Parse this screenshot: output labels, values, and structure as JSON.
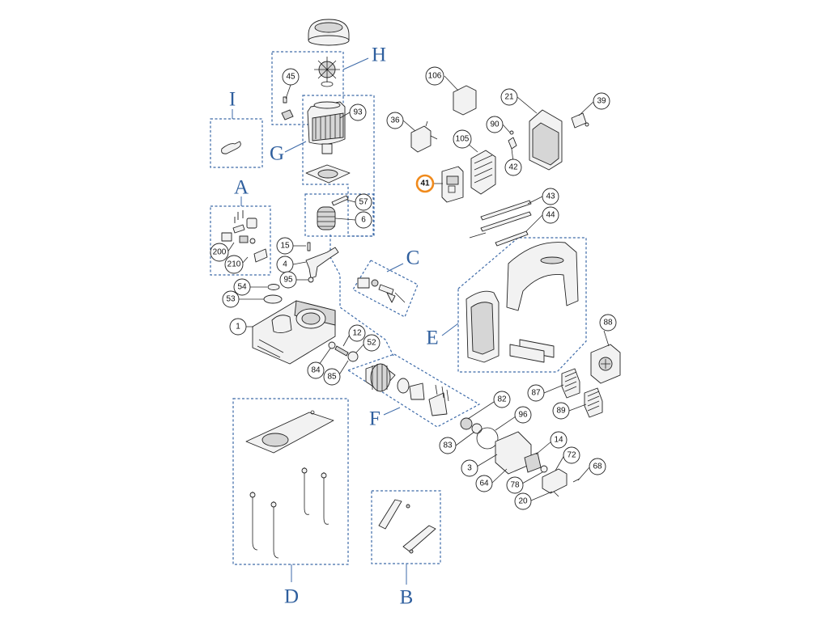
{
  "group_labels": [
    "H",
    "I",
    "G",
    "A",
    "C",
    "E",
    "F",
    "D",
    "B"
  ],
  "callouts": [
    "45",
    "106",
    "21",
    "39",
    "93",
    "36",
    "90",
    "105",
    "42",
    "41",
    "57",
    "6",
    "43",
    "44",
    "200",
    "210",
    "15",
    "4",
    "95",
    "54",
    "53",
    "1",
    "12",
    "52",
    "84",
    "85",
    "88",
    "87",
    "89",
    "82",
    "96",
    "83",
    "3",
    "14",
    "72",
    "64",
    "78",
    "68",
    "20"
  ],
  "highlighted_callout": "41",
  "colors": {
    "group_label": "#2f5f9e",
    "dashed_box": "#3d6aa8",
    "highlight_ring": "#f08a1c"
  }
}
